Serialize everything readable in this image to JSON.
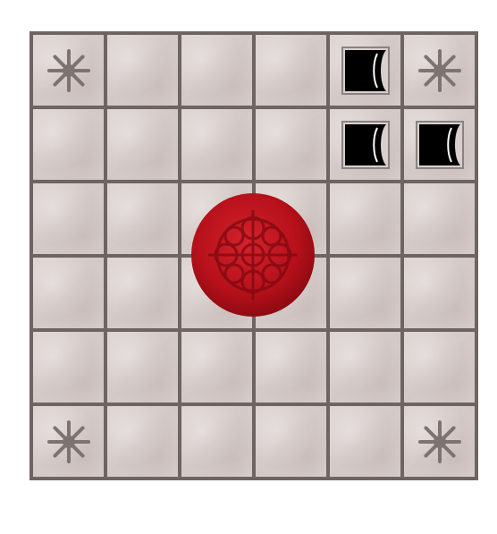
{
  "board": {
    "rows": 6,
    "cols": 6,
    "cells": [
      [
        "star",
        "",
        "",
        "",
        "stone",
        "star"
      ],
      [
        "",
        "",
        "",
        "",
        "stone",
        "stone"
      ],
      [
        "",
        "",
        "",
        "",
        "",
        ""
      ],
      [
        "",
        "",
        "",
        "",
        "",
        ""
      ],
      [
        "",
        "",
        "",
        "",
        "",
        ""
      ],
      [
        "star",
        "",
        "",
        "",
        "",
        "star"
      ]
    ]
  },
  "icons": {
    "star": "star-icon",
    "stone": "black-stone-icon",
    "ball": "red-ball-icon"
  },
  "colors": {
    "grid_line": "#6e6462",
    "tile": "#d8cfcc",
    "star": "#7d7371",
    "stone_fill": "#000000",
    "ball": "#c4121c"
  },
  "ball": {
    "present": true
  }
}
